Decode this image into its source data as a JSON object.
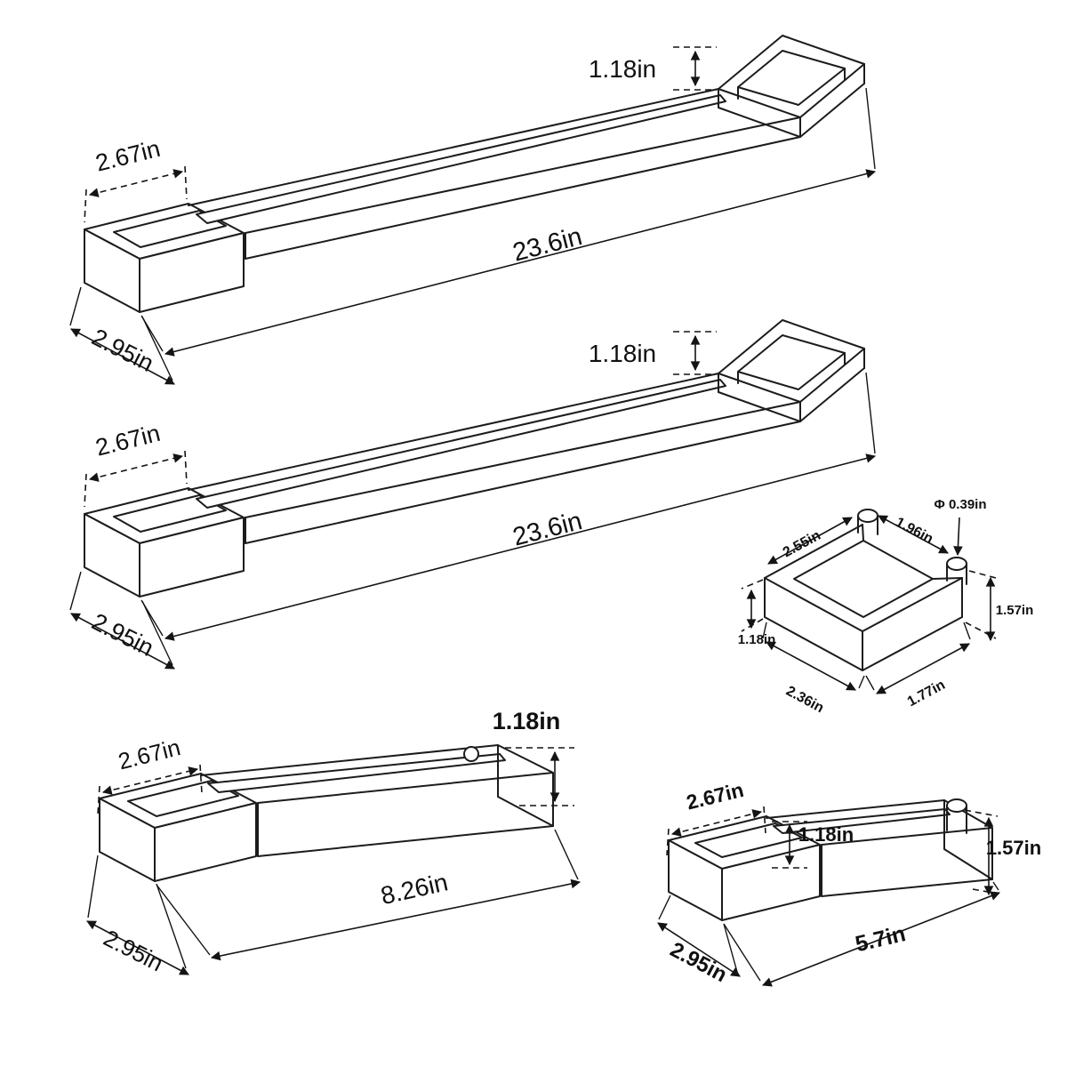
{
  "colors": {
    "line": "#1c1c1c",
    "text": "#101010",
    "background": "#ffffff"
  },
  "items": [
    {
      "id": "towel-bar-top",
      "type": "towel bar",
      "length": "23.6in",
      "bar_height": "1.18in",
      "bracket_depth": "2.67in",
      "bracket_width": "2.95in"
    },
    {
      "id": "towel-bar-middle",
      "type": "towel bar",
      "length": "23.6in",
      "bar_height": "1.18in",
      "bracket_depth": "2.67in",
      "bracket_width": "2.95in"
    },
    {
      "id": "square-towel-ring",
      "type": "square ring holder",
      "pin_diameter": "Φ 0.39in",
      "back_left_edge": "2.55in",
      "opening_width": "1.96in",
      "right_height": "1.57in",
      "left_height": "1.18in",
      "bottom_left_edge": "2.36in",
      "bottom_right_edge": "1.77in"
    },
    {
      "id": "hand-towel-bar",
      "type": "hand towel bar",
      "length": "8.26in",
      "bar_height": "1.18in",
      "bracket_depth": "2.67in",
      "bracket_width": "2.95in"
    },
    {
      "id": "toilet-paper-holder",
      "type": "toilet paper holder",
      "length": "5.7in",
      "bar_height": "1.18in",
      "hook_height": "1.57in",
      "bracket_depth": "2.67in",
      "bracket_width": "2.95in"
    }
  ]
}
